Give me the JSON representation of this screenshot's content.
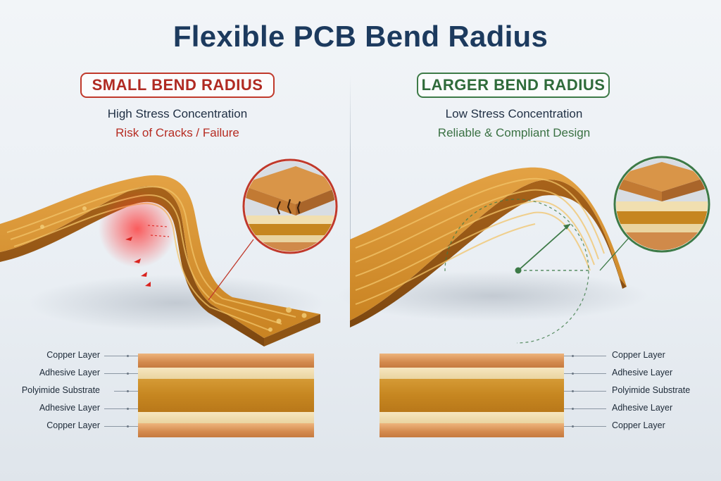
{
  "title": "Flexible PCB Bend Radius",
  "left_panel": {
    "heading": "SMALL BEND RADIUS",
    "line1": "High Stress Concentration",
    "line2": "Risk of Cracks / Failure",
    "accent": "#c0392b"
  },
  "right_panel": {
    "heading": "LARGER BEND RADIUS",
    "line1": "Low Stress Concentration",
    "line2": "Reliable & Compliant Design",
    "accent": "#3d7a47"
  },
  "layers": {
    "l1": "Copper Layer",
    "l2": "Adhesive Layer",
    "l3": "Polyimide Substrate",
    "l4": "Adhesive Layer",
    "l5": "Copper Layer"
  },
  "colors": {
    "title": "#1c3a5e",
    "copper": "#d48a4e",
    "adhesive": "#f0ddb0",
    "polyimide": "#c68620"
  }
}
